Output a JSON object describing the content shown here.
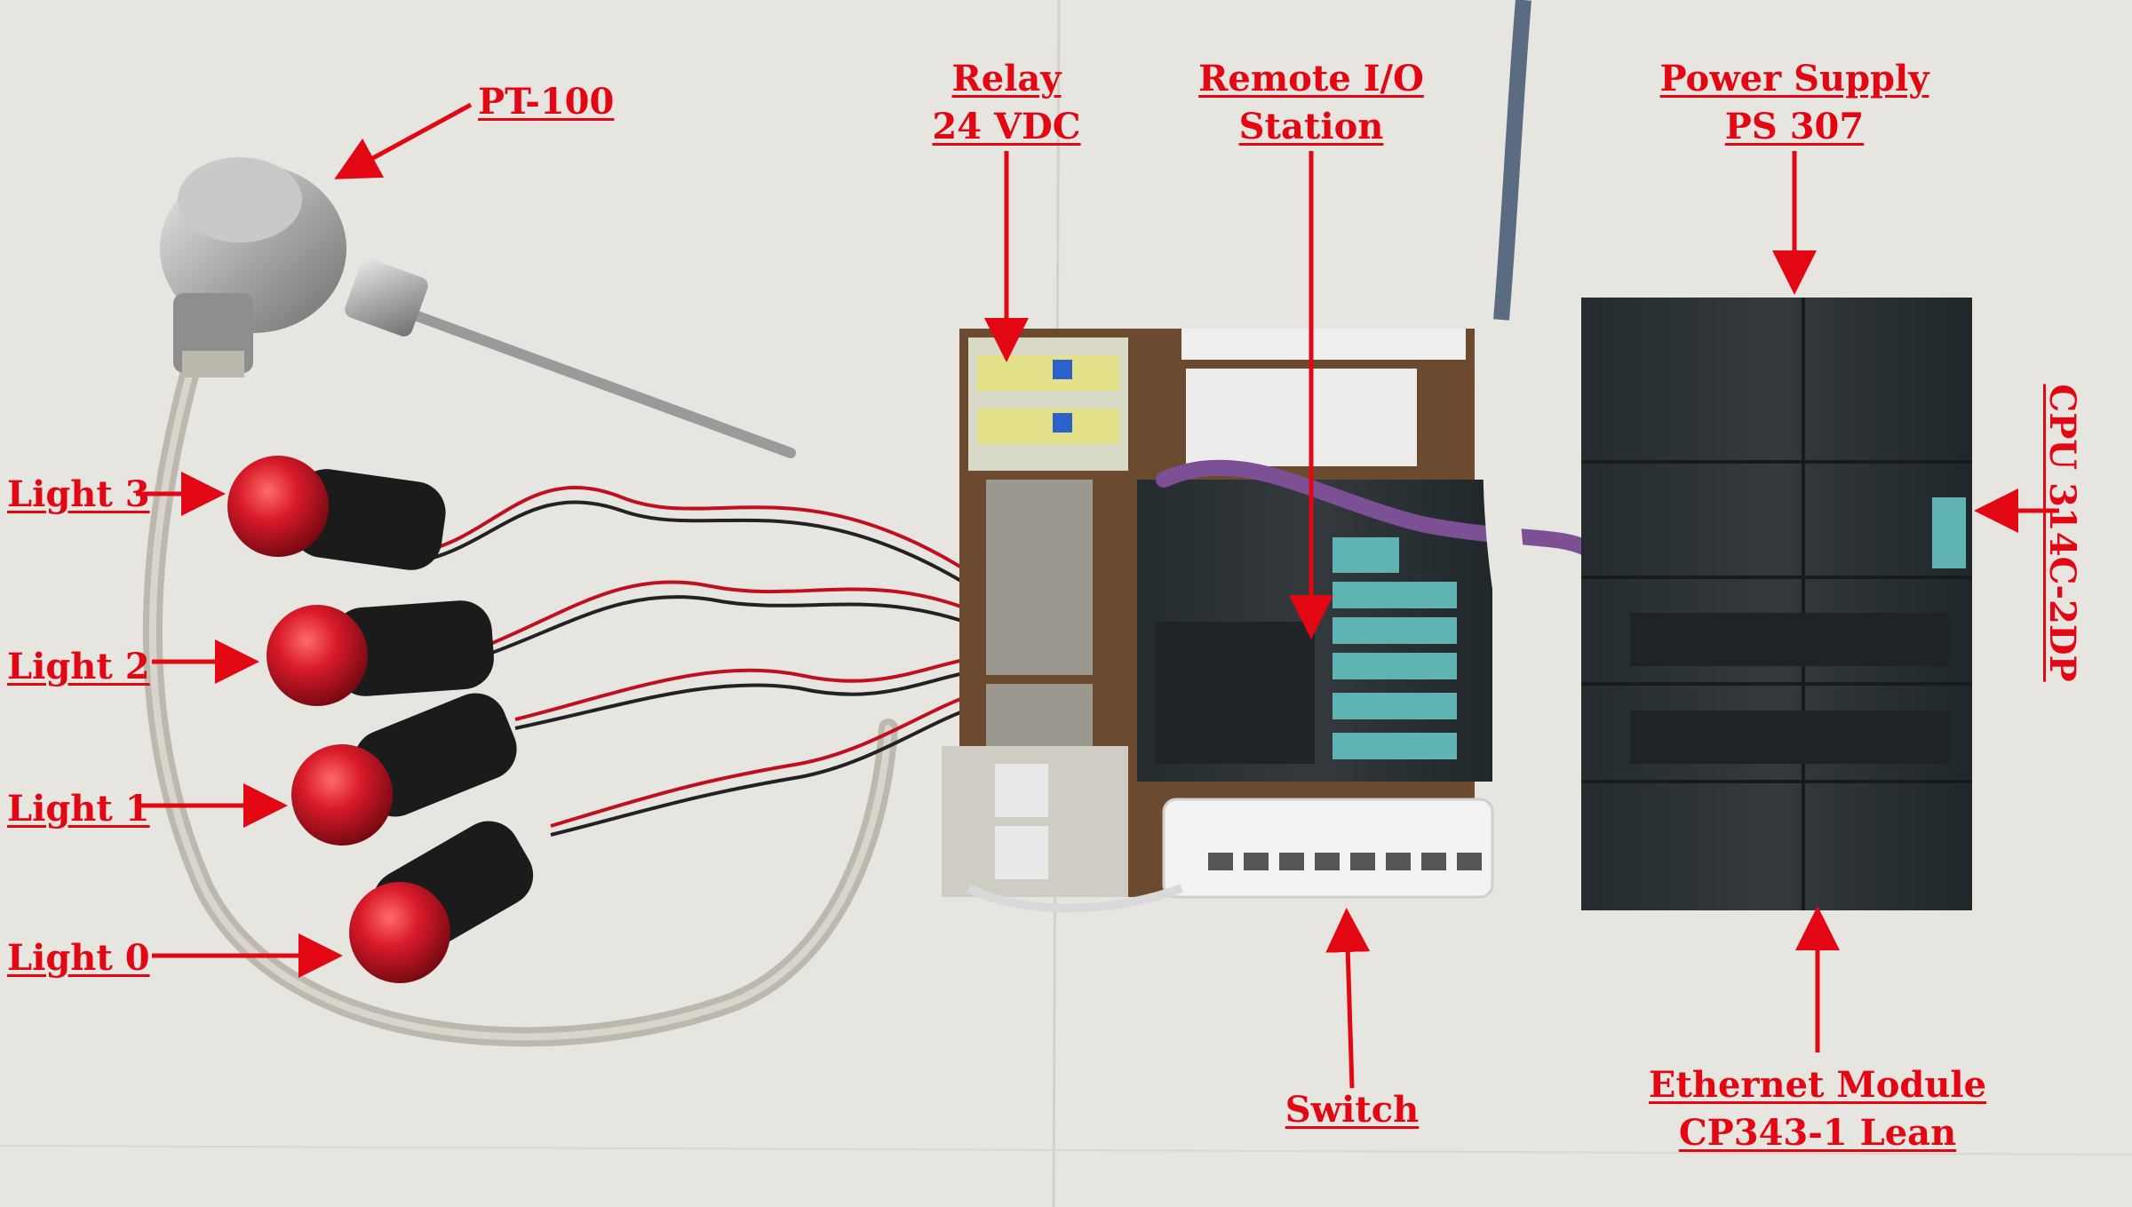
{
  "colors": {
    "annotation": "#e30613",
    "floor": "#e6e4df",
    "lamp_red": "#c8102e",
    "module_body": "#2b3236",
    "terminal_teal": "#5fb3b3",
    "switch_white": "#f2f2f2",
    "board_wood": "#6b4a2f",
    "cable_grey": "#bdb8ad",
    "profibus_purple": "#7d4f95"
  },
  "labels": {
    "pt100": "PT-100",
    "relay_line1": "Relay",
    "relay_line2": "24 VDC",
    "remote_io_line1": "Remote I/O",
    "remote_io_line2": "Station",
    "power_supply_line1": "Power Supply",
    "power_supply_line2": "PS 307",
    "cpu": "CPU 314C-2DP",
    "light3": "Light 3",
    "light2": "Light 2",
    "light1": "Light 1",
    "light0": "Light 0",
    "switch": "Switch",
    "ethernet_line1": "Ethernet Module",
    "ethernet_line2": "CP343-1 Lean"
  },
  "icons": {
    "arrow": "red-arrow-icon",
    "lamp": "red-bulb-lamp-icon",
    "sensor": "pt100-sensor-icon"
  }
}
